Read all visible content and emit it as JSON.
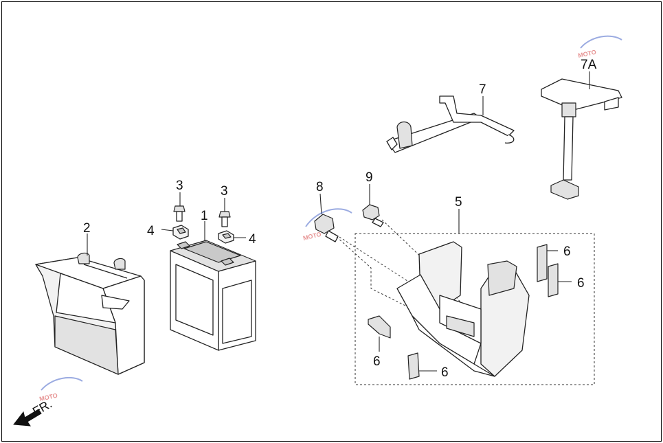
{
  "diagram": {
    "labels": {
      "battery": "1",
      "battery_cover": "2",
      "bolt_left": "3",
      "bolt_right": "3",
      "nut_left": "4",
      "nut_right": "4",
      "battery_box": "5",
      "rubber_pad_a": "6",
      "rubber_pad_b": "6",
      "rubber_pad_c": "6",
      "rubber_pad_d": "6",
      "bracket": "7",
      "bracket_alt": "7A",
      "bolt_8": "8",
      "bolt_9": "9"
    },
    "front_marker": "FR.",
    "watermark": "MOTO"
  }
}
